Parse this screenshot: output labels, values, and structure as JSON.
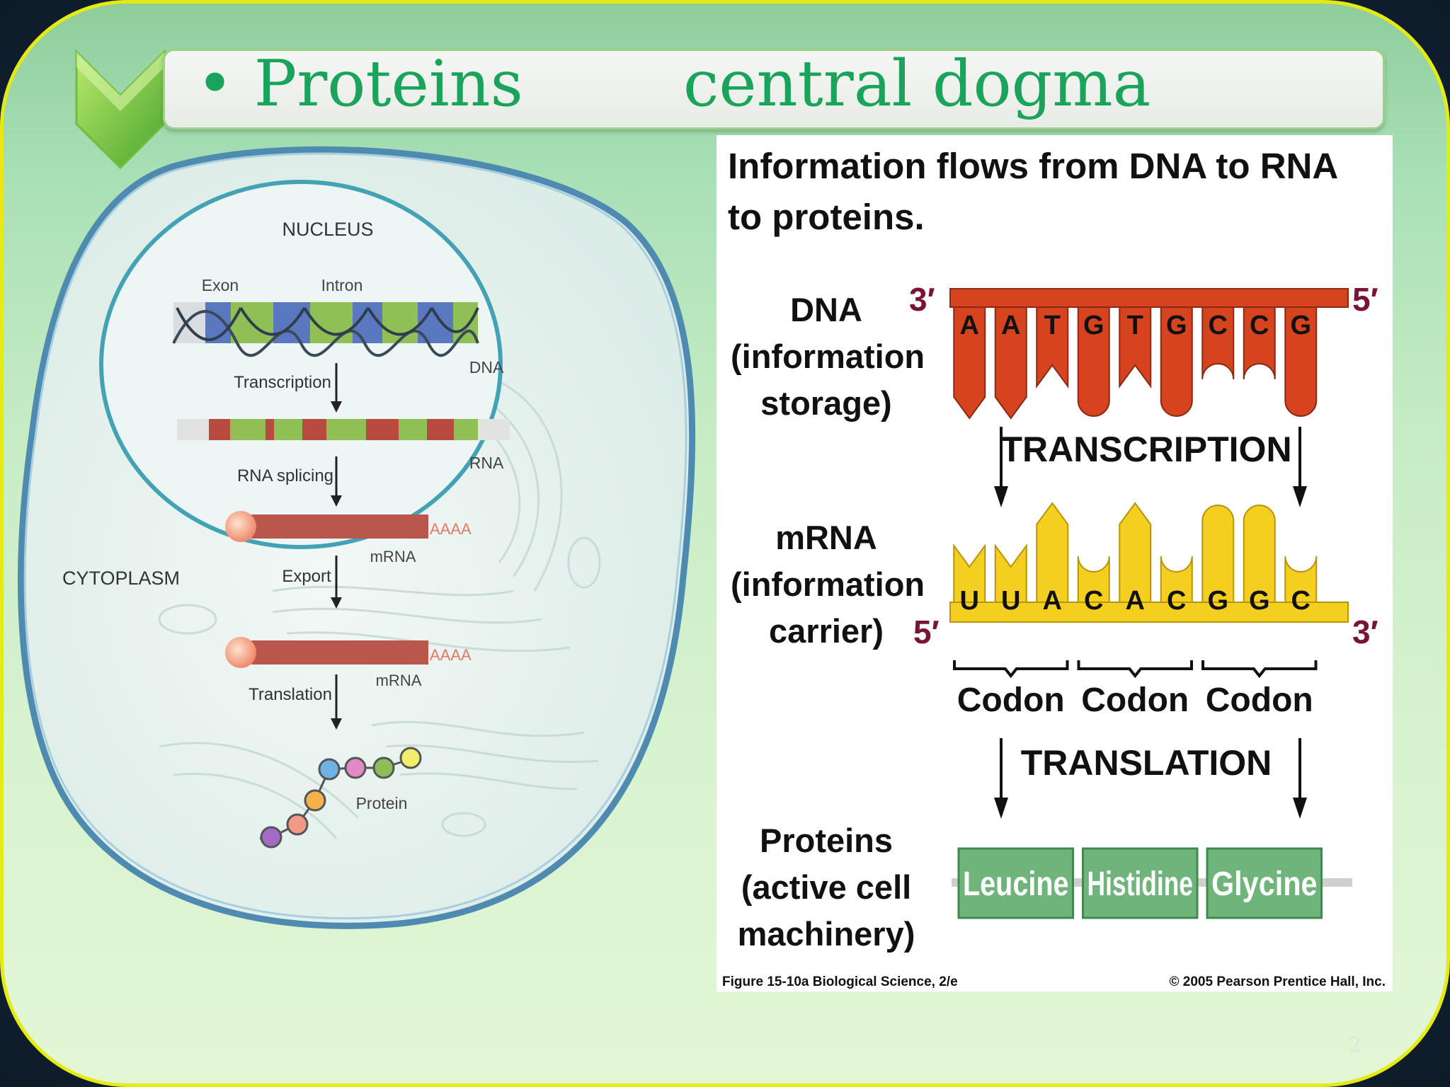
{
  "slide": {
    "bullet": "•",
    "title_left": "Proteins",
    "title_right": "central dogma",
    "page_number": "2"
  },
  "left_diagram": {
    "nucleus": "NUCLEUS",
    "exon": "Exon",
    "intron": "Intron",
    "dna": "DNA",
    "transcription": "Transcription",
    "rna": "RNA",
    "rna_splicing": "RNA splicing",
    "mrna_1": "mRNA",
    "poly_a_1": "AAAA",
    "cytoplasm": "CYTOPLASM",
    "export": "Export",
    "mrna_2": "mRNA",
    "poly_a_2": "AAAA",
    "translation": "Translation",
    "protein": "Protein"
  },
  "right_diagram": {
    "heading_line1": "Information flows from DNA to RNA",
    "heading_line2": "to proteins.",
    "dna_label": [
      "DNA",
      "(information",
      "storage)"
    ],
    "dna_3prime": "3′",
    "dna_5prime": "5′",
    "dna_bases": [
      "A",
      "A",
      "T",
      "G",
      "T",
      "G",
      "C",
      "C",
      "G"
    ],
    "transcription": "TRANSCRIPTION",
    "mrna_label": [
      "mRNA",
      "(information",
      "carrier)"
    ],
    "mrna_5prime": "5′",
    "mrna_3prime": "3′",
    "mrna_bases": [
      "U",
      "U",
      "A",
      "C",
      "A",
      "C",
      "G",
      "G",
      "C"
    ],
    "codons": [
      "Codon",
      "Codon",
      "Codon"
    ],
    "translation": "TRANSLATION",
    "protein_label": [
      "Proteins",
      "(active cell",
      "machinery)"
    ],
    "amino_acids": [
      "Leucine",
      "Histidine",
      "Glycine"
    ],
    "caption_left": "Figure 15-10a  Biological Science, 2/e",
    "caption_right": "© 2005 Pearson Prentice Hall, Inc."
  },
  "colors": {
    "title_green": "#1aa35a",
    "dna_red": "#d6431f",
    "mrna_yellow": "#f5cf1f",
    "amino_green": "#6fb47a",
    "prime_maroon": "#7a1436"
  }
}
